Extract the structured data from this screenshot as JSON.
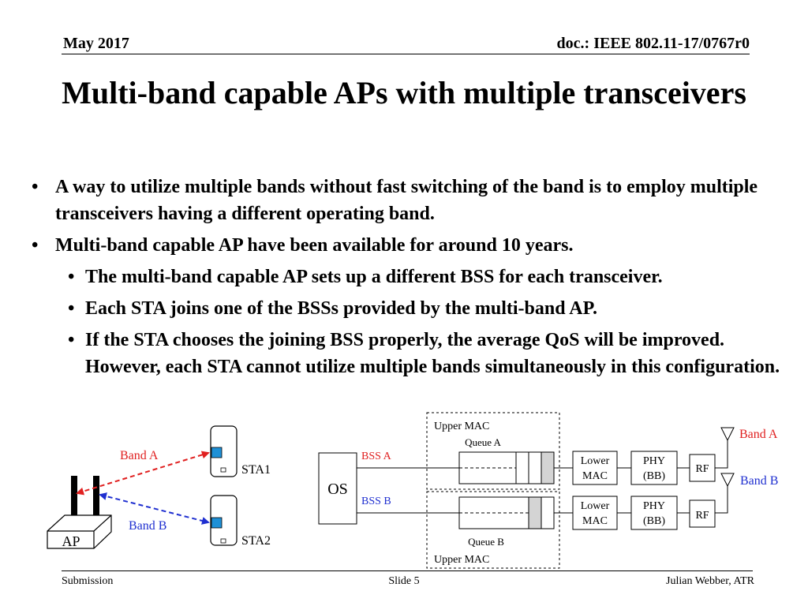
{
  "header": {
    "date": "May 2017",
    "doc": "doc.: IEEE 802.11-17/0767r0"
  },
  "title": "Multi-band capable APs with multiple transceivers",
  "bullets": [
    {
      "level": 1,
      "text": "A way to utilize multiple bands without fast switching of the band is to employ multiple transceivers having a different operating band."
    },
    {
      "level": 1,
      "text": "Multi-band capable AP have been available for around 10 years."
    },
    {
      "level": 2,
      "text": "The multi-band capable AP sets up a different BSS for each transceiver."
    },
    {
      "level": 2,
      "text": "Each STA joins one of the BSSs provided by the multi-band AP."
    },
    {
      "level": 2,
      "text": "If the STA chooses the joining BSS properly, the average QoS will be improved.  However, each STA cannot utilize multiple bands simultaneously in this configuration."
    }
  ],
  "diagram": {
    "left": {
      "ap_label": "AP",
      "sta1_label": "STA1",
      "sta2_label": "STA2",
      "band_a_label": "Band A",
      "band_b_label": "Band B"
    },
    "right": {
      "upper_mac_top": "Upper MAC",
      "upper_mac_bottom": "Upper MAC",
      "queue_a": "Queue A",
      "queue_b": "Queue B",
      "os": "OS",
      "bss_a": "BSS A",
      "bss_b": "BSS B",
      "lower_mac_1": "Lower",
      "lower_mac_2": "MAC",
      "phy_1": "PHY",
      "phy_2": "(BB)",
      "rf": "RF",
      "band_a": "Band A",
      "band_b": "Band B"
    },
    "colors": {
      "band_a": "#e02020",
      "band_b": "#1f2fd0",
      "sta_screen": "#1e90d6",
      "queue_fill": "#d4d4d4"
    }
  },
  "footer": {
    "left": "Submission",
    "center": "Slide 5",
    "right": "Julian Webber, ATR"
  }
}
